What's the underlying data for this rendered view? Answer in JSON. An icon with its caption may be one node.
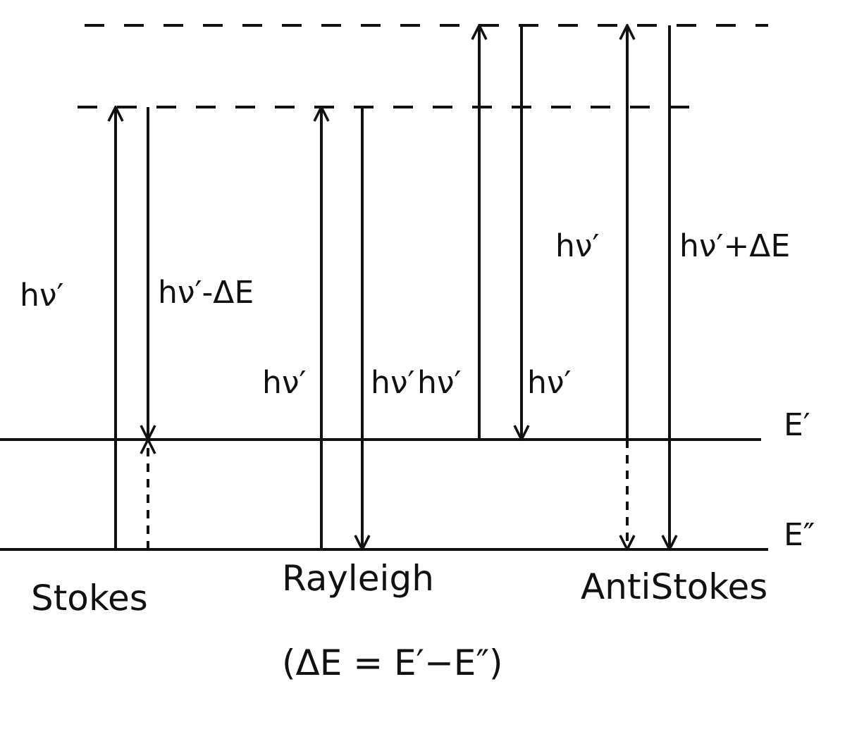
{
  "diagram": {
    "labels": [
      "hν′",
      "hν′-ΔE",
      "hν′",
      "hν′",
      "hν′",
      "hν′",
      "hν′",
      "hν′+ΔE",
      "E′",
      "E″",
      "Stokes",
      "Rayleigh",
      "AntiStokes",
      "(ΔE = E′−E″)"
    ]
  }
}
